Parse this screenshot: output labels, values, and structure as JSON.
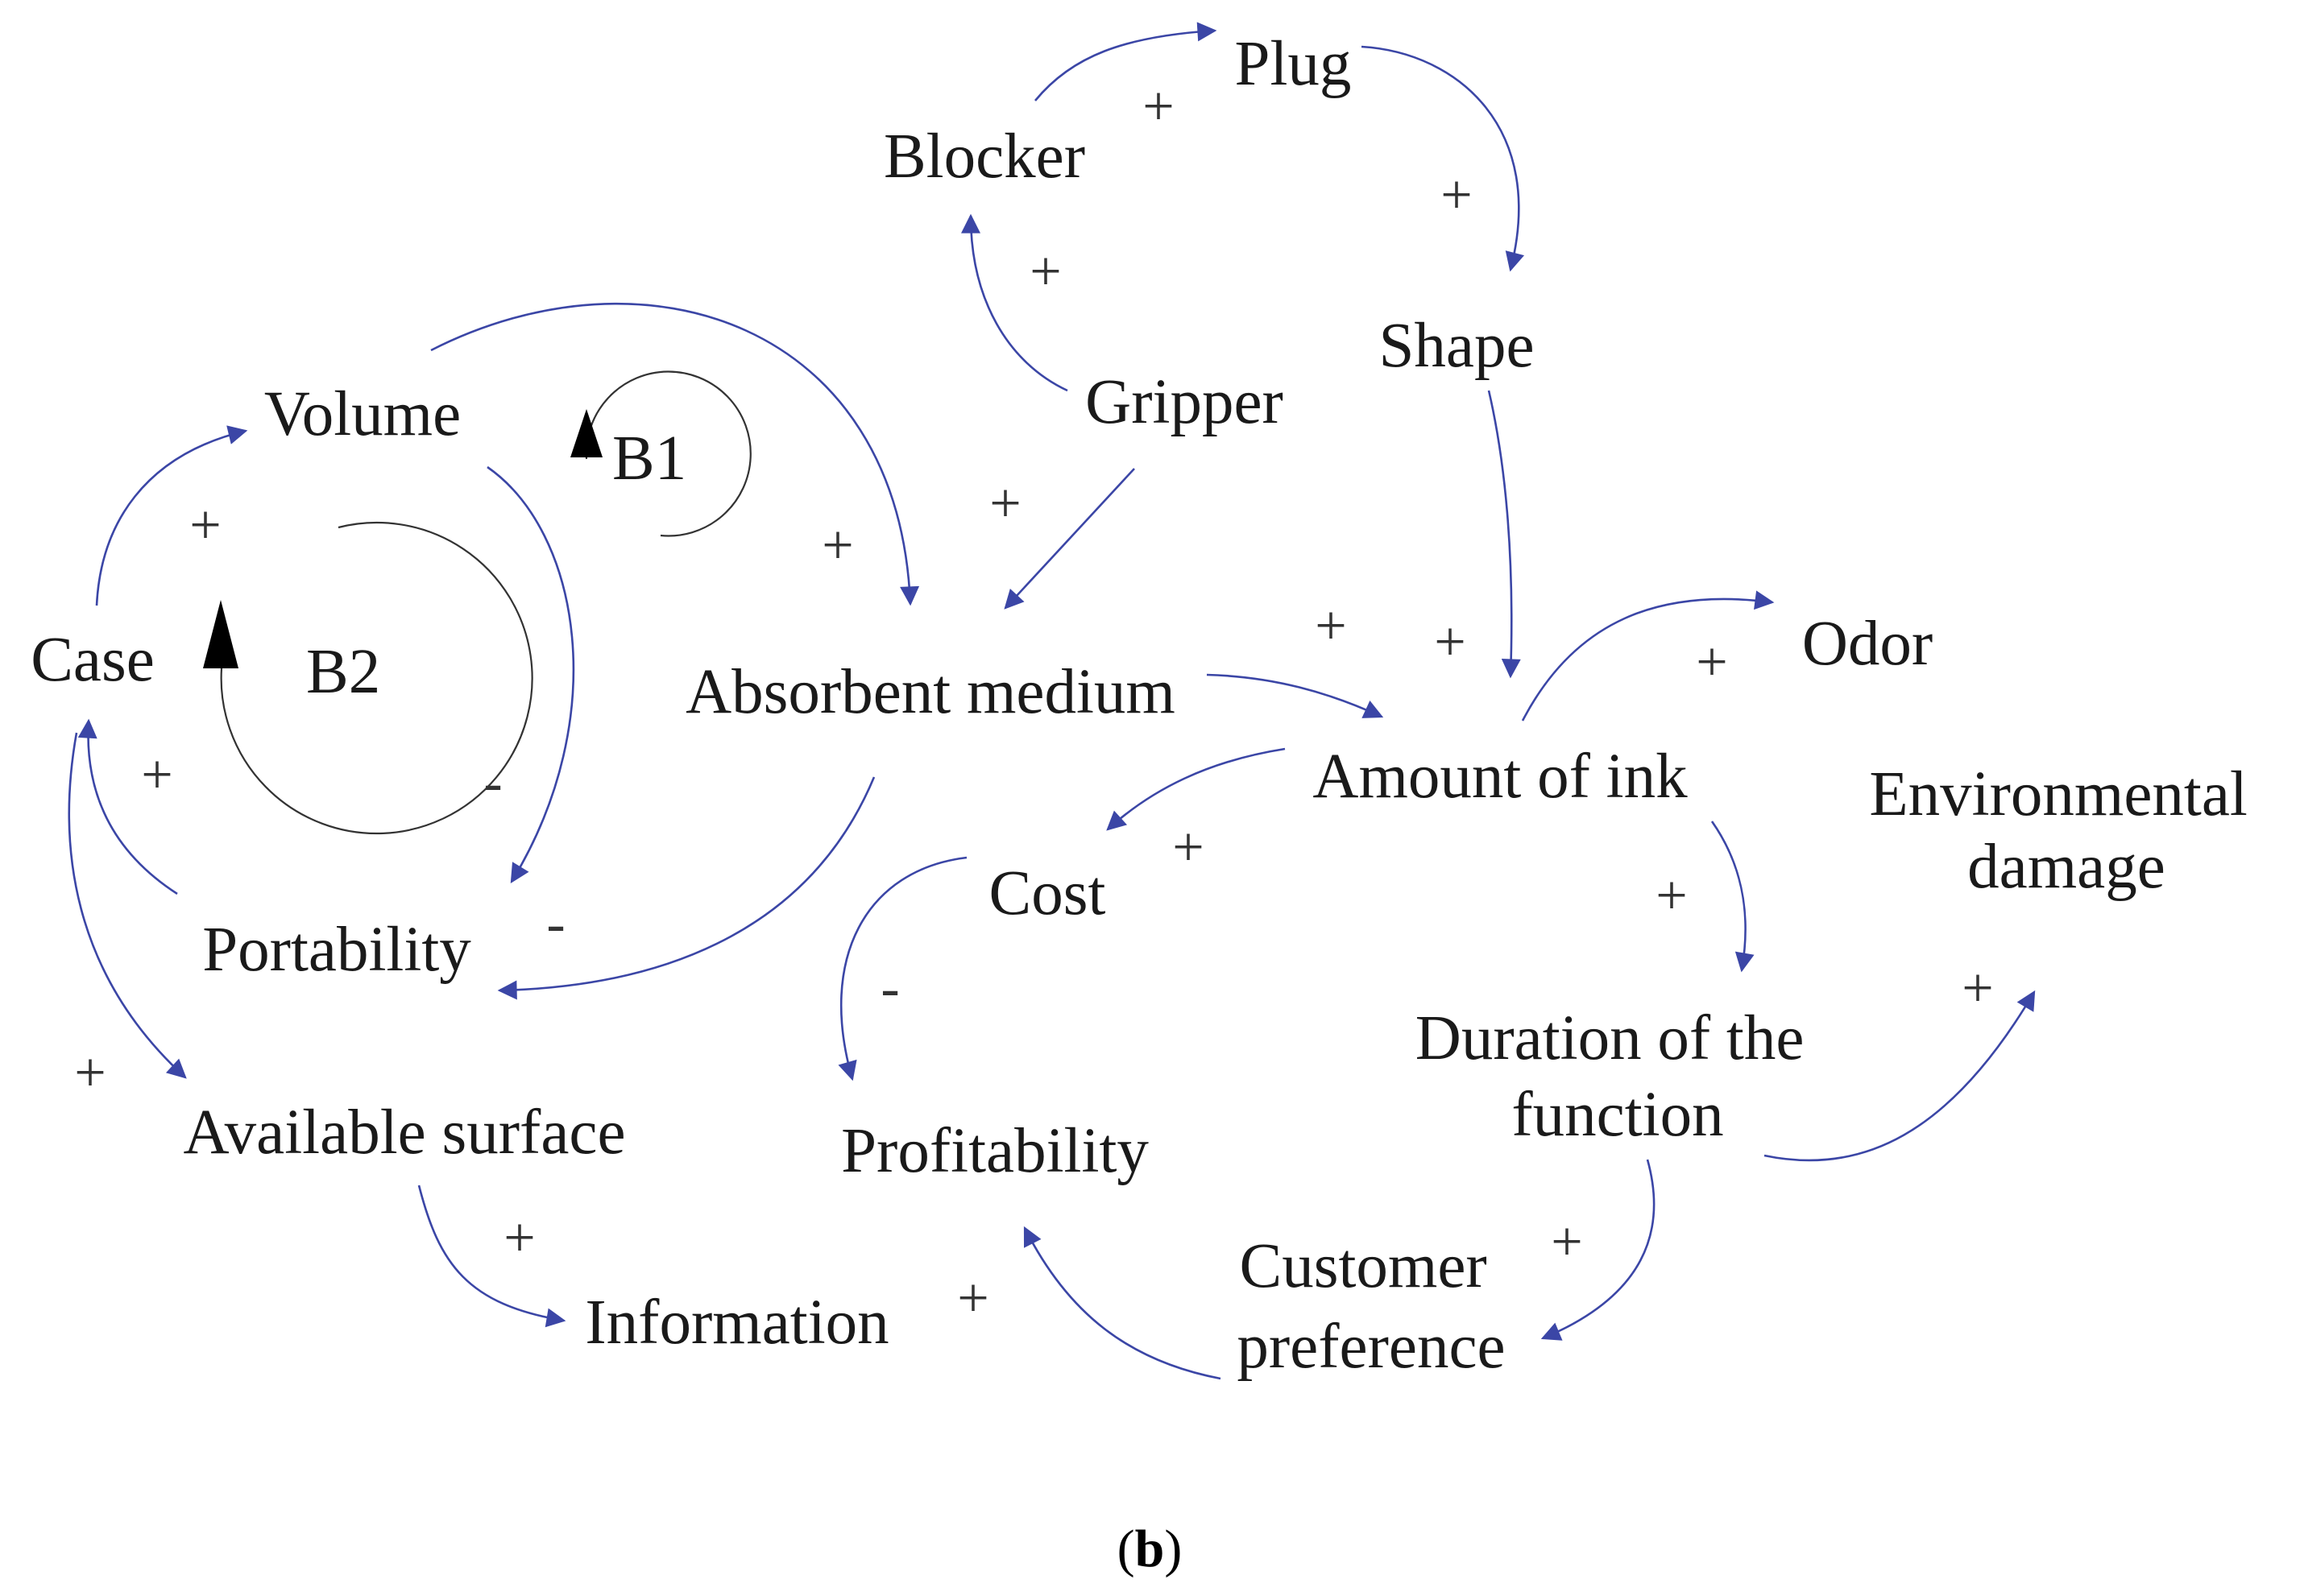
{
  "colors": {
    "arrow": "#3b46a6",
    "text": "#1a1a1a",
    "loop_line": "#333333"
  },
  "nodes": {
    "plug": "Plug",
    "blocker": "Blocker",
    "shape": "Shape",
    "gripper": "Gripper",
    "volume": "Volume",
    "case": "Case",
    "absorbent_medium": "Absorbent medium",
    "odor": "Odor",
    "amount_of_ink": "Amount of ink",
    "environmental_damage": [
      "Environmental",
      "damage"
    ],
    "cost": "Cost",
    "portability": "Portability",
    "duration_of_the_function": [
      "Duration of the",
      "function"
    ],
    "available_surface": "Available surface",
    "profitability": "Profitability",
    "customer_preference": [
      "Customer",
      "preference"
    ],
    "information": "Information"
  },
  "loops": {
    "b1": "B1",
    "b2": "B2"
  },
  "links": [
    {
      "from": "blocker",
      "to": "plug",
      "polarity": "+"
    },
    {
      "from": "plug",
      "to": "shape",
      "polarity": "+"
    },
    {
      "from": "gripper",
      "to": "blocker",
      "polarity": "+"
    },
    {
      "from": "gripper",
      "to": "absorbent_medium",
      "polarity": "+"
    },
    {
      "from": "shape",
      "to": "amount_of_ink",
      "polarity": "+"
    },
    {
      "from": "volume",
      "to": "absorbent_medium",
      "polarity": "+"
    },
    {
      "from": "case",
      "to": "volume",
      "polarity": "+"
    },
    {
      "from": "volume",
      "to": "portability",
      "polarity": "-"
    },
    {
      "from": "portability",
      "to": "case",
      "polarity": "+"
    },
    {
      "from": "absorbent_medium",
      "to": "portability",
      "polarity": "-"
    },
    {
      "from": "absorbent_medium",
      "to": "amount_of_ink",
      "polarity": "+"
    },
    {
      "from": "amount_of_ink",
      "to": "odor",
      "polarity": "+"
    },
    {
      "from": "amount_of_ink",
      "to": "cost",
      "polarity": "+"
    },
    {
      "from": "amount_of_ink",
      "to": "duration_of_the_function",
      "polarity": "+"
    },
    {
      "from": "duration_of_the_function",
      "to": "environmental_damage",
      "polarity": "+"
    },
    {
      "from": "cost",
      "to": "profitability",
      "polarity": "-"
    },
    {
      "from": "case",
      "to": "available_surface",
      "polarity": "+"
    },
    {
      "from": "available_surface",
      "to": "information",
      "polarity": "+"
    },
    {
      "from": "duration_of_the_function",
      "to": "customer_preference",
      "polarity": "+"
    },
    {
      "from": "customer_preference",
      "to": "profitability",
      "polarity": "+"
    }
  ],
  "caption": {
    "open": "(",
    "letter": "b",
    "close": ")"
  }
}
